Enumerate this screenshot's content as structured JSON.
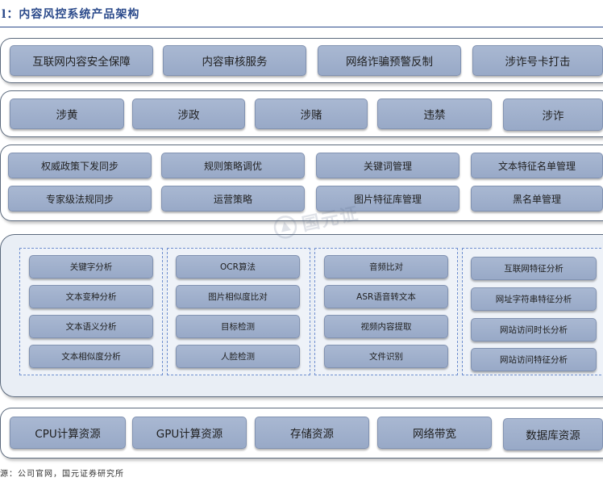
{
  "title": "l：内容风控系统产品架构",
  "source": "源：公司官网，国元证券研究所",
  "watermark": "国元证",
  "layers": {
    "services": [
      "互联网内容安全保障",
      "内容审核服务",
      "网络诈骗预警反制",
      "涉诈号卡打击"
    ],
    "categories": [
      "涉黄",
      "涉政",
      "涉赌",
      "违禁",
      "涉诈"
    ],
    "strategies": {
      "row1": [
        "权威政策下发同步",
        "规则策略调优",
        "关键词管理",
        "文本特征名单管理"
      ],
      "row2": [
        "专家级法规同步",
        "运营策略",
        "图片特征库管理",
        "黑名单管理"
      ]
    },
    "algorithms": {
      "text": [
        "关键字分析",
        "文本变种分析",
        "文本语义分析",
        "文本相似度分析"
      ],
      "image": [
        "OCR算法",
        "图片相似度比对",
        "目标检测",
        "人脸检测"
      ],
      "media": [
        "音频比对",
        "ASR语音转文本",
        "视频内容提取",
        "文件识别"
      ],
      "web": [
        "互联网特征分析",
        "网址字符串特征分析",
        "网站访问时长分析",
        "网站访问特征分析"
      ]
    },
    "resources": [
      "CPU计算资源",
      "GPU计算资源",
      "存储资源",
      "网络带宽",
      "数据库资源"
    ]
  }
}
